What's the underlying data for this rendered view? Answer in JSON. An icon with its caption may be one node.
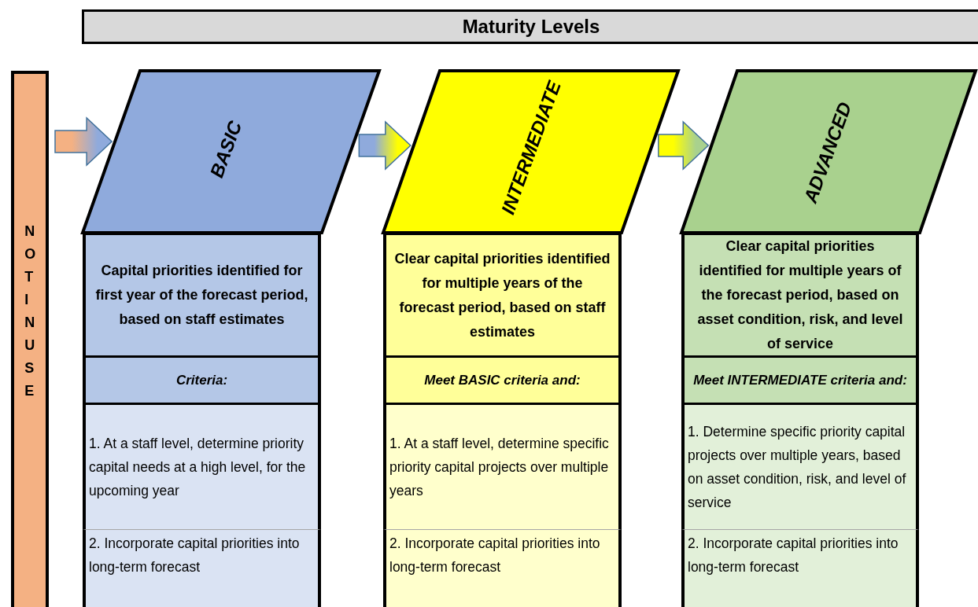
{
  "diagram": {
    "title": "Maturity Levels",
    "nodes": [
      {
        "text": [
          "NOT IN USE"
        ]
      },
      {
        "text": [
          "BASIC"
        ]
      },
      {
        "text": [
          "Capital priorities identified for first year of the forecast period, based on staff estimates"
        ]
      },
      {
        "text": [
          "Criteria:"
        ]
      },
      {
        "text": [
          "1. At a staff level, determine priority capital needs at a high level, for the upcoming year"
        ]
      },
      {
        "text": [
          "2. Incorporate capital priorities into long-term forecast"
        ]
      },
      {
        "text": [
          "INTERMEDIATE"
        ]
      },
      {
        "text": [
          "Clear capital priorities identified for multiple years of the forecast period, based on staff estimates"
        ]
      },
      {
        "text": [
          "Meet BASIC criteria and:"
        ]
      },
      {
        "text": [
          "1. At a staff level, determine specific priority capital projects over multiple years"
        ]
      },
      {
        "text": [
          "2. Incorporate capital priorities into long-term forecast"
        ]
      },
      {
        "text": [
          "ADVANCED"
        ]
      },
      {
        "text": [
          "Clear capital priorities identified for multiple years of the forecast period, based on asset condition, risk, and level of service"
        ]
      },
      {
        "text": [
          "Meet INTERMEDIATE criteria and:"
        ]
      },
      {
        "text": [
          "1. Determine specific priority capital projects over multiple years, based on asset condition, risk, and level of service"
        ]
      },
      {
        "text": [
          "2. Incorporate capital priorities into long-term forecast"
        ]
      }
    ],
    "edges": [
      {
        "from": 0,
        "to": 1,
        "arrow": "to"
      },
      {
        "from": 1,
        "to": 6,
        "arrow": "to"
      },
      {
        "from": 6,
        "to": 11,
        "arrow": "to"
      }
    ]
  }
}
